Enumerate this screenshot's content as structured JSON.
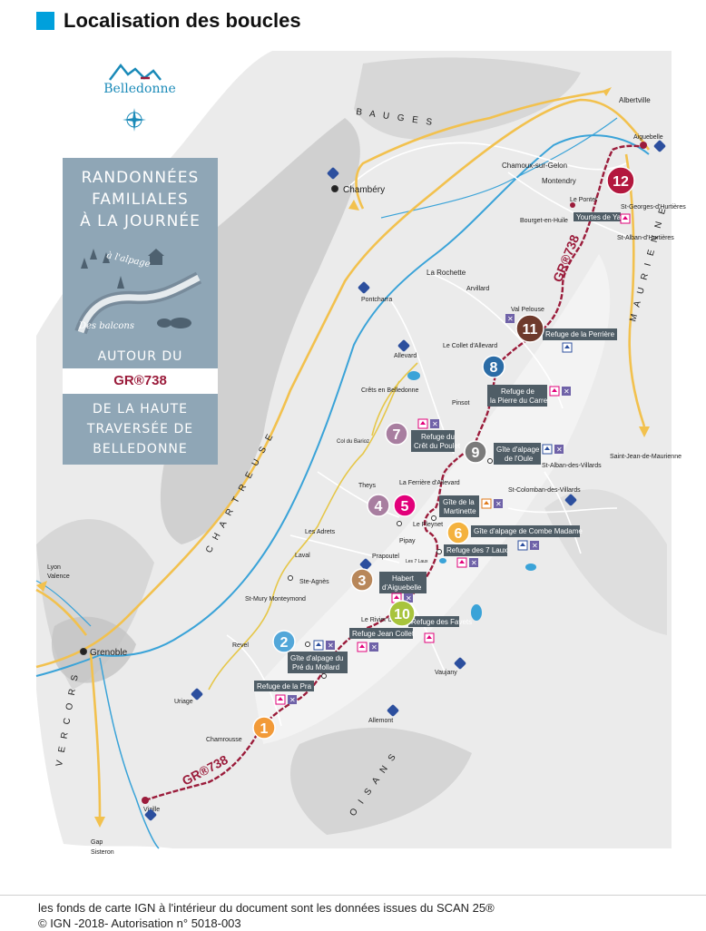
{
  "title": "Localisation des boucles",
  "logo": {
    "text": "Belledonne"
  },
  "panel": {
    "line1": "RANDONNÉES",
    "line2": "FAMILIALES",
    "line3": "À LA JOURNÉE",
    "art_text1": "à l'alpage",
    "art_text2": "Des balcons",
    "autour": "AUTOUR DU",
    "gr": "GR®738",
    "sub1": "DE LA HAUTE",
    "sub2": "TRAVERSÉE DE",
    "sub3": "BELLEDONNE"
  },
  "colors": {
    "route": "#9b1c3b",
    "highway": "#f2c14e",
    "water": "#3aa3d8",
    "panel": "#8fa6b6",
    "marker_grey_box": "#4f5d66"
  },
  "places": {
    "albertville": "Albertville",
    "aiguebelle": "Aiguebelle",
    "chamoux": "Chamoux-sur-Gelon",
    "montendry": "Montendry",
    "chambery": "Chambéry",
    "le_pontet": "Le Pontet",
    "st_georges": "St-Georges-d'Hurtières",
    "bourget": "Bourget-en-Huile",
    "st_alban_h": "St-Alban-d'Hurtières",
    "la_rochette": "La Rochette",
    "pontcharra": "Pontcharra",
    "arvillard": "Arvillard",
    "val_pelouse": "Val Pelouse",
    "collet": "Le Collet d'Allevard",
    "allevard": "Allevard",
    "crets": "Crêts en Belledonne",
    "pinsot": "Pinsot",
    "col_barioz": "Col du Barioz",
    "saint_jean": "Saint-Jean-de-Maurienne",
    "st_alban_v": "St-Alban-des-Villards",
    "ferriere": "La Ferrière d'Allevard",
    "theys": "Theys",
    "st_colomban": "St-Colomban-des-Villards",
    "le_pleynet": "Le Pleynet",
    "les_adrets": "Les Adrets",
    "pipay": "Pipay",
    "prapoutel": "Prapoutel",
    "laval": "Laval",
    "les_7_laux": "Les 7 Laux",
    "ste_agnes": "Ste-Agnès",
    "lyon": "Lyon",
    "valence": "Valence",
    "st_mury": "St-Mury Monteymond",
    "riviere": "Le Rivier d'Allemont",
    "revel": "Revel",
    "grenoble": "Grenoble",
    "vaujany": "Vaujany",
    "uriage": "Uriage",
    "allemont": "Allemont",
    "chamrousse": "Chamrousse",
    "vizille": "Vizille",
    "gap": "Gap",
    "sisteron": "Sisteron"
  },
  "regions": {
    "bauges": "B A U G E S",
    "chartreuse": "C H A R T R E U S E",
    "maurienne": "M A U R I E N N E",
    "oisans": "O I S A N S",
    "vercors": "V E R C O R S"
  },
  "route_labels": {
    "north": "GR®738",
    "south": "GR®738"
  },
  "markers": [
    {
      "num": "1",
      "color": "#f29a38"
    },
    {
      "num": "2",
      "color": "#53a7d9"
    },
    {
      "num": "3",
      "color": "#b8875a"
    },
    {
      "num": "4",
      "color": "#a87ea0"
    },
    {
      "num": "5",
      "color": "#e2007a"
    },
    {
      "num": "6",
      "color": "#f4b23e"
    },
    {
      "num": "7",
      "color": "#a87ea0"
    },
    {
      "num": "8",
      "color": "#2b6ca6"
    },
    {
      "num": "9",
      "color": "#7b7b7b"
    },
    {
      "num": "10",
      "color": "#a8c43c"
    },
    {
      "num": "11",
      "color": "#6e3a2c"
    },
    {
      "num": "12",
      "color": "#b3183e"
    }
  ],
  "refuges": {
    "yourtes": "Yourtes de Yayla",
    "perriere": "Refuge de la Perrière",
    "pierre_carre_1": "Refuge de",
    "pierre_carre_2": "la Pierre du Carre",
    "poulet_1": "Refuge du",
    "poulet_2": "Crêt du Poulet",
    "oule_1": "Gîte d'alpage",
    "oule_2": "de l'Oule",
    "martinette_1": "Gîte de la",
    "martinette_2": "Martinette",
    "combe": "Gîte d'alpage de Combe Madame",
    "sept_laux": "Refuge des 7 Laux",
    "habert_1": "Habert",
    "habert_2": "d'Aiguebelle",
    "favets": "Refuge des Favets",
    "collet": "Refuge Jean Collet",
    "mollard_1": "Gîte d'alpage du",
    "mollard_2": "Pré du Mollard",
    "pra": "Refuge de la Pra"
  },
  "footer": {
    "line1": "les fonds de carte IGN à l'intérieur du document sont les données issues du SCAN 25®",
    "line2": "© IGN -2018- Autorisation n° 5018-003"
  }
}
